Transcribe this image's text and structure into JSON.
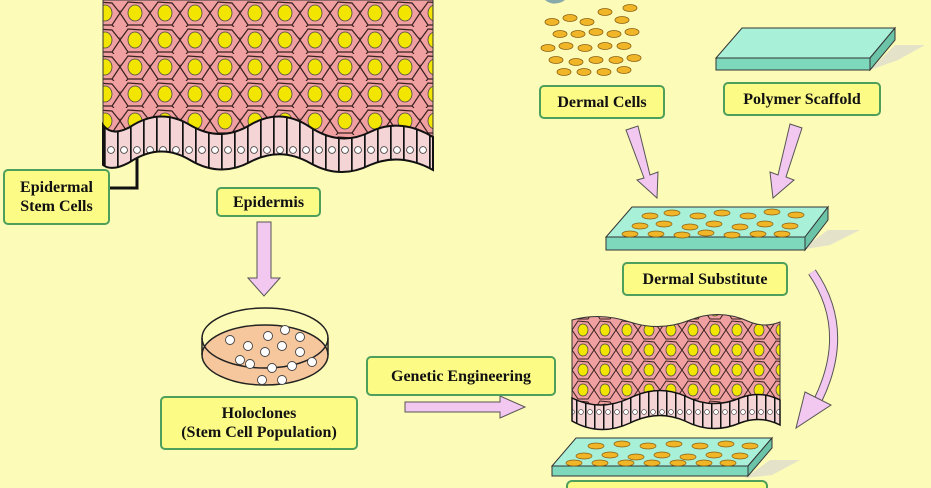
{
  "colors": {
    "background": "#fdfbb8",
    "label_fill": "#fbfb86",
    "label_border": "#4e9f5c",
    "cell_fill": "#f0a0a0",
    "nucleus": "#f2e600",
    "scaffold": "#a8f0d8",
    "dermal_cell": "#f0b628",
    "arrow_fill": "#f3c8f0"
  },
  "labels": {
    "epidermal_stem_cells": [
      "Epidermal",
      "Stem Cells"
    ],
    "epidermis": "Epidermis",
    "holoclones": [
      "Holoclones",
      "(Stem Cell Population)"
    ],
    "genetic_engineering": "Genetic Engineering",
    "dermal_cells": "Dermal Cells",
    "polymer_scaffold": "Polymer Scaffold",
    "dermal_substitute": "Dermal Substitute"
  },
  "icons": [
    "epidermis-tissue",
    "petri-dish",
    "dermal-cells-cluster",
    "polymer-scaffold-slab",
    "dermal-substitute-slab",
    "engineered-skin-graft",
    "arrow"
  ]
}
